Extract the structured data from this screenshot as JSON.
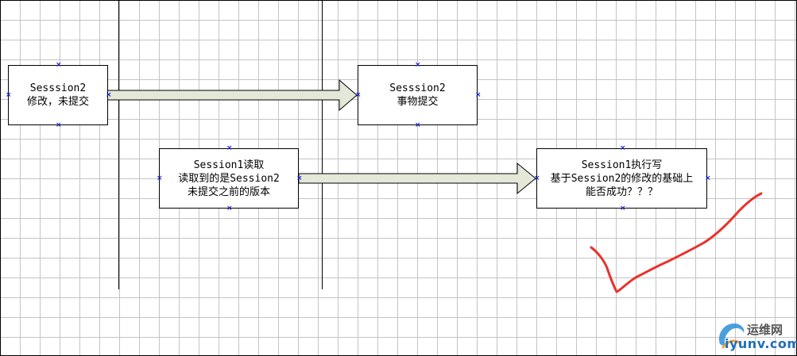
{
  "boxes": {
    "box1": {
      "line1": "Sesssion2",
      "line2": "修改，未提交"
    },
    "box2": {
      "line1": "Sesssion2",
      "line2": "事物提交"
    },
    "box3": {
      "line1": "Session1读取",
      "line2": "读取到的是Session2",
      "line3": "未提交之前的版本"
    },
    "box4": {
      "line1": "Session1执行写",
      "line2": "基于Session2的修改的基础上",
      "line3": "能否成功？？？"
    }
  },
  "watermark": {
    "cn": "运维网",
    "url": "iyunv.com"
  },
  "colors": {
    "arrow_fill": "#e3e8d8",
    "handle": "#1414d2",
    "checkmark": "#e8322c",
    "grid": "#c4c4c4"
  }
}
